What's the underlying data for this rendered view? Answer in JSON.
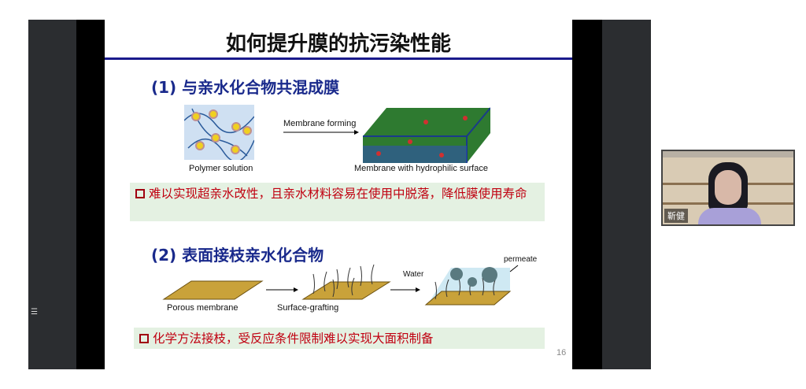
{
  "slide": {
    "title": "如何提升膜的抗污染性能",
    "section1": {
      "heading": "(1) 与亲水化合物共混成膜",
      "arrow_label": "Membrane forming",
      "caption_left": "Polymer solution",
      "caption_right": "Membrane with hydrophilic surface",
      "note": "难以实现超亲水改性，且亲水材料容易在使用中脱落，降低膜使用寿命"
    },
    "section2": {
      "heading": "(2) 表面接枝亲水化合物",
      "caption_1": "Porous membrane",
      "caption_2": "Surface-grafting",
      "water_label": "Water",
      "permeate_label": "permeate",
      "note": "化学方法接枝，受反应条件限制难以实现大面积制备"
    },
    "page_number": "16"
  },
  "video": {
    "participant_name": "靳健"
  },
  "menu_icon": "list-icon"
}
